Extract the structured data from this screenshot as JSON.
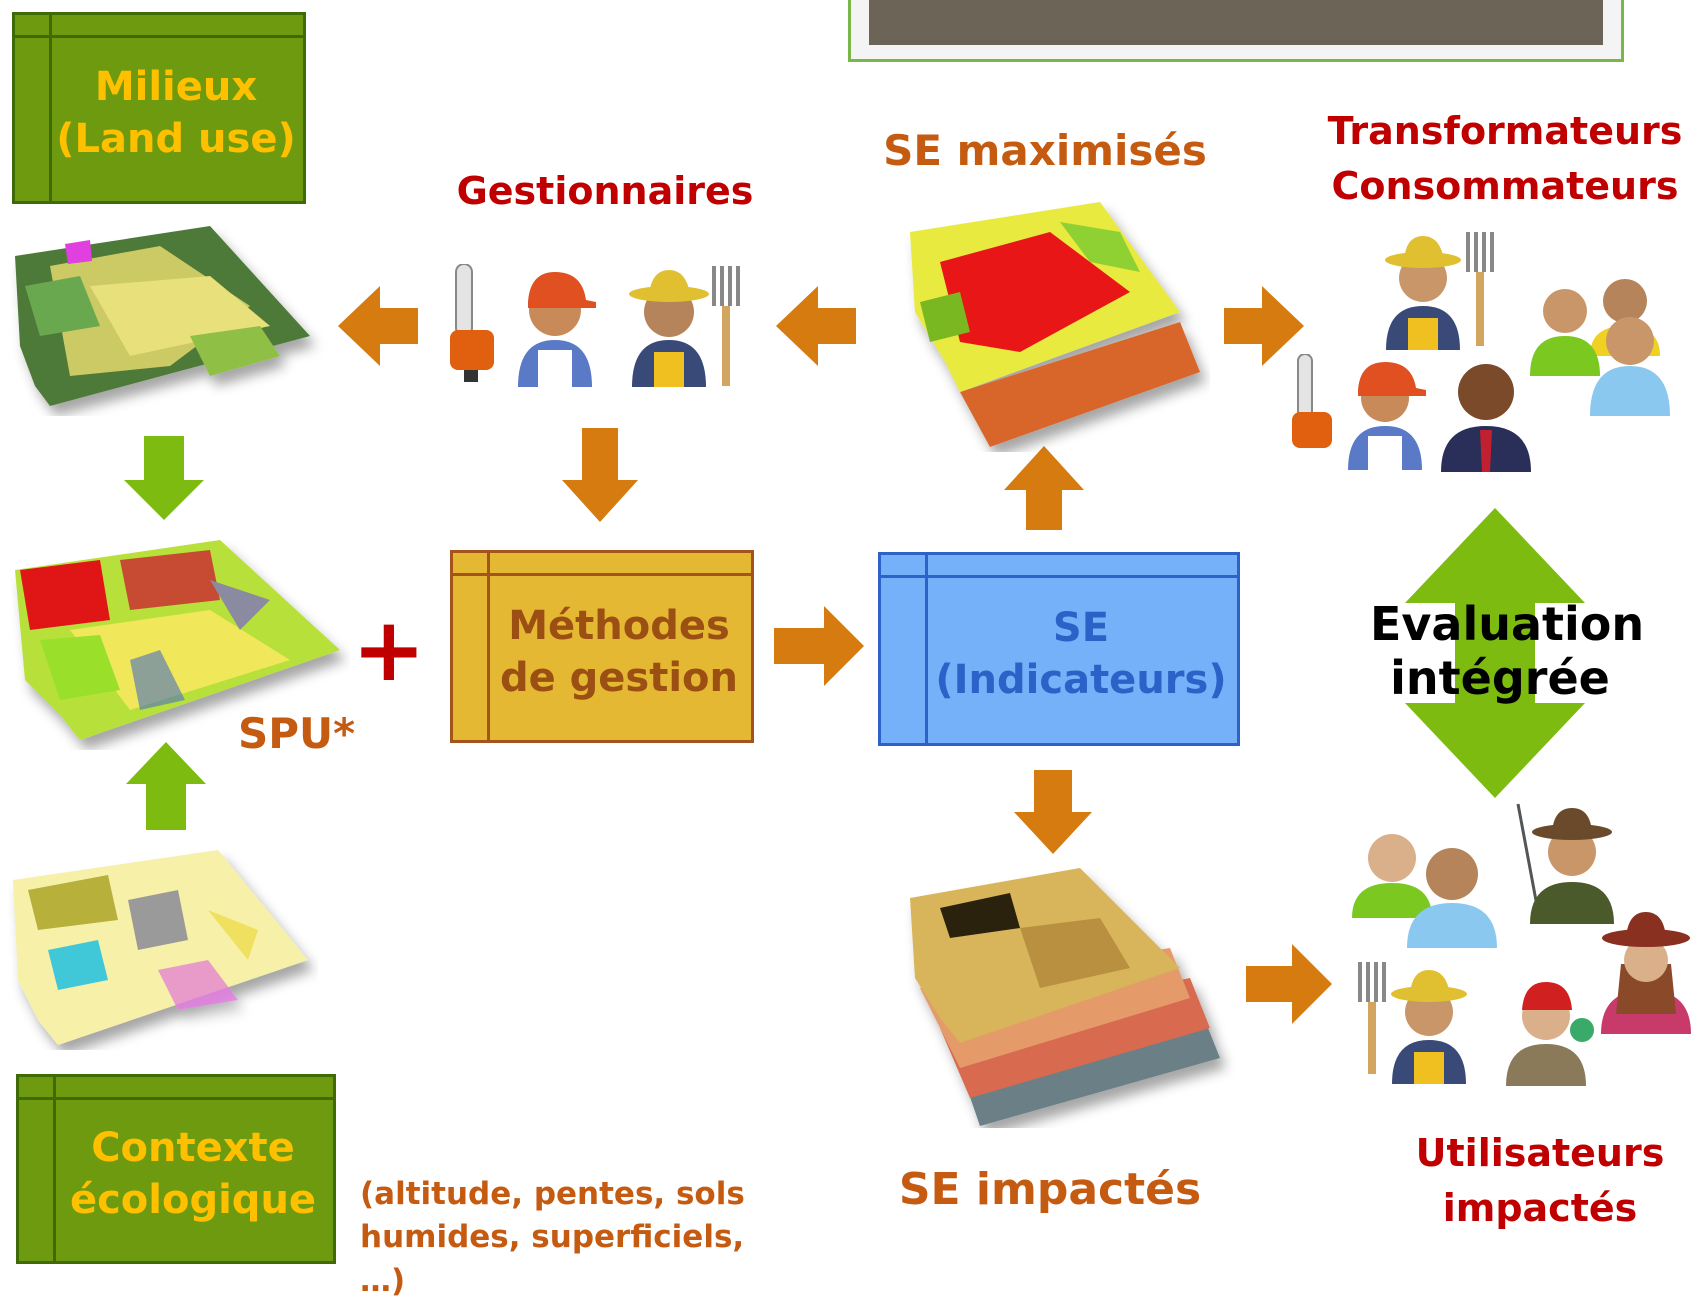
{
  "boxes": {
    "milieux": "Milieux\n(Land use)",
    "contexte": "Contexte\nécologique",
    "methodes": "Méthodes\nde gestion",
    "se": "SE\n(Indicateurs)"
  },
  "labels": {
    "gestionnaires": "Gestionnaires",
    "se_maximises": "SE maximisés",
    "transformateurs": "Transformateurs\nConsommateurs",
    "spu": "SPU*",
    "plus": "+",
    "evaluation": "Evaluation\nintégrée",
    "se_impactes": "SE impactés",
    "utilisateurs": "Utilisateurs\nimpactés",
    "contexte_note": "(altitude, pentes, sols\nhumides, superficiels, …)"
  },
  "colors": {
    "green_box": "#6d9a0e",
    "gold_box": "#e5b834",
    "blue_box": "#74b1f8",
    "orange_arrow": "#d57b10",
    "green_arrow": "#7dbb10",
    "red_label": "#c00000",
    "orange_label": "#c55a11"
  },
  "icons": [
    "terrain-map",
    "chainsaw-icon",
    "worker-icon",
    "farmer-icon",
    "fork-icon",
    "business-person-icon",
    "hunter-icon",
    "hiker-icon",
    "cowgirl-icon",
    "group-icon"
  ]
}
